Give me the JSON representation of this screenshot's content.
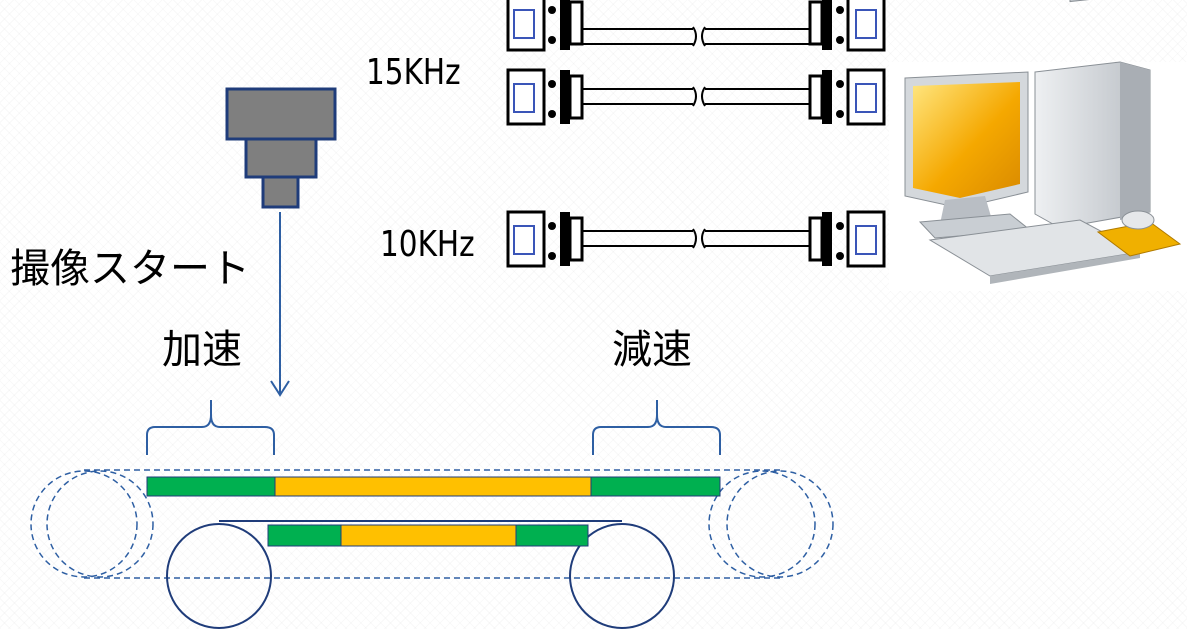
{
  "labels": {
    "freq_top": "15KHz",
    "freq_bottom": "10KHz",
    "capture_start": "撮像スタート",
    "acceleration": "加速",
    "deceleration": "減速"
  },
  "colors": {
    "camera_body": "#7f7f7f",
    "camera_outline": "#1f3c7a",
    "arrow": "#2e5fa3",
    "green_segment": "#00b050",
    "yellow_segment": "#ffc000",
    "conveyor_outline": "#1f3c7a",
    "monitor_screen": "#f5a800",
    "computer_shell": "#d4d8dc"
  },
  "icons": {
    "camera": "line-scan-camera-icon",
    "cable": "serial-cable-icon",
    "computer": "desktop-computer-icon"
  }
}
